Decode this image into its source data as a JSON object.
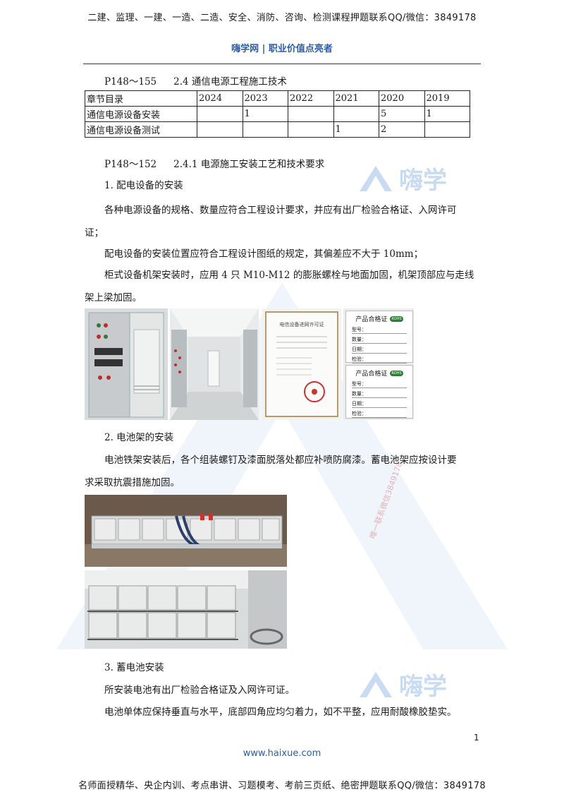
{
  "header": {
    "banner": "二建、监理、一建、一造、二造、安全、消防、咨询、检测课程押题联系QQ/微信：3849178",
    "brand": "嗨学网 | 职业价值点亮者"
  },
  "section": {
    "pages": "P148～155",
    "title": "2.4 通信电源工程施工技术"
  },
  "table": {
    "headers": [
      "章节目录",
      "2024",
      "2023",
      "2022",
      "2021",
      "2020",
      "2019"
    ],
    "rows": [
      [
        "通信电源设备安装",
        "",
        "1",
        "",
        "",
        "5",
        "1"
      ],
      [
        "通信电源设备测试",
        "",
        "",
        "",
        "1",
        "2",
        ""
      ]
    ]
  },
  "subsection": {
    "pages": "P148～152",
    "title": "2.4.1 电源施工安装工艺和技术要求"
  },
  "items": [
    {
      "heading": "1. 配电设备的安装",
      "p1_line1": "各种电源设备的规格、数量应符合工程设计要求，并应有出厂检验合格证、入网许可",
      "p1_line2": "证；",
      "p2": "配电设备的安装位置应符合工程设计图纸的规定，其偏差应不大于 10mm；",
      "p3_line1": "柜式设备机架安装时，应用 4 只 M10-M12 的膨胀螺栓与地面加固，机架顶部应与走线",
      "p3_line2": "架上梁加固。"
    },
    {
      "heading": "2. 电池架的安装",
      "p1_line1": "电池铁架安装后，各个组装螺钉及漆面脱落处都应补喷防腐漆。蓄电池架应按设计要",
      "p1_line2": "求采取抗震措施加固。"
    },
    {
      "heading": "3. 蓄电池安装",
      "p1": "所安装电池有出厂检验合格证及入网许可证。",
      "p2": "电池单体应保持垂直与水平，底部四角应均匀着力，如不平整，应用耐酸橡胶垫实。"
    }
  ],
  "images": {
    "license_title": "电信设备进网许可证",
    "cert_title": "产品合格证",
    "cert_badge": "ROHS",
    "cert_fields": [
      "型号：",
      "数量：",
      "日期：",
      "检验："
    ]
  },
  "watermark": {
    "logo_text": "嗨学",
    "diagonal": "唯一联系微信3849178"
  },
  "footer": {
    "page_number": "1",
    "site": "www.haixue.com",
    "banner": "名师面授精华、央企内训、考点串讲、习题模考、考前三页纸、绝密押题联系QQ/微信：3849178"
  }
}
